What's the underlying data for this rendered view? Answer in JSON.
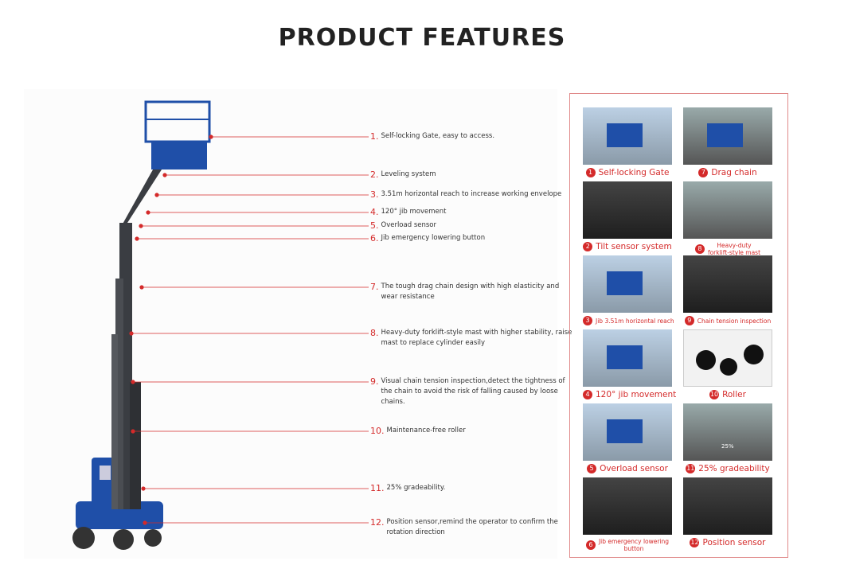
{
  "title": "PRODUCT FEATURES",
  "accent_color": "#d42a2a",
  "callouts": [
    {
      "num": "1.",
      "text": "Self-locking Gate, easy to access."
    },
    {
      "num": "2.",
      "text": "Leveling system"
    },
    {
      "num": "3.",
      "text": "3.51m horizontal reach to increase working envelope"
    },
    {
      "num": "4.",
      "text": "120° jib movement"
    },
    {
      "num": "5.",
      "text": "Overload sensor"
    },
    {
      "num": "6.",
      "text": "Jib emergency lowering button"
    },
    {
      "num": "7.",
      "text": "The tough drag chain design with high elasticity and\nwear resistance"
    },
    {
      "num": "8.",
      "text": "Heavy-duty forklift-style mast with higher stability, raise\nmast to replace cylinder easily"
    },
    {
      "num": "9.",
      "text": "Visual chain tension inspection,detect the tightness of\nthe chain to avoid the risk of falling caused by loose\nchains."
    },
    {
      "num": "10.",
      "text": "Maintenance-free roller"
    },
    {
      "num": "11.",
      "text": "25% gradeability."
    },
    {
      "num": "12.",
      "text": "Position sensor,remind the operator to confirm the\nrotation direction"
    }
  ],
  "gallery": [
    {
      "num": "1",
      "label": "Self-locking Gate"
    },
    {
      "num": "7",
      "label": "Drag chain"
    },
    {
      "num": "2",
      "label": "Tilt sensor system"
    },
    {
      "num": "8",
      "label": "Heavy-duty\nforklift-style mast"
    },
    {
      "num": "3",
      "label": "Jib 3.51m horizontal reach"
    },
    {
      "num": "9",
      "label": "Chain tension inspection"
    },
    {
      "num": "4",
      "label": "120° jib movement"
    },
    {
      "num": "10",
      "label": "Roller"
    },
    {
      "num": "5",
      "label": "Overload sensor"
    },
    {
      "num": "11",
      "label": "25% gradeability"
    },
    {
      "num": "6",
      "label": "Jib emergency lowering\nbutton"
    },
    {
      "num": "12",
      "label": "Position sensor"
    }
  ],
  "gallery_photo_text": {
    "gradeability": "25%"
  }
}
